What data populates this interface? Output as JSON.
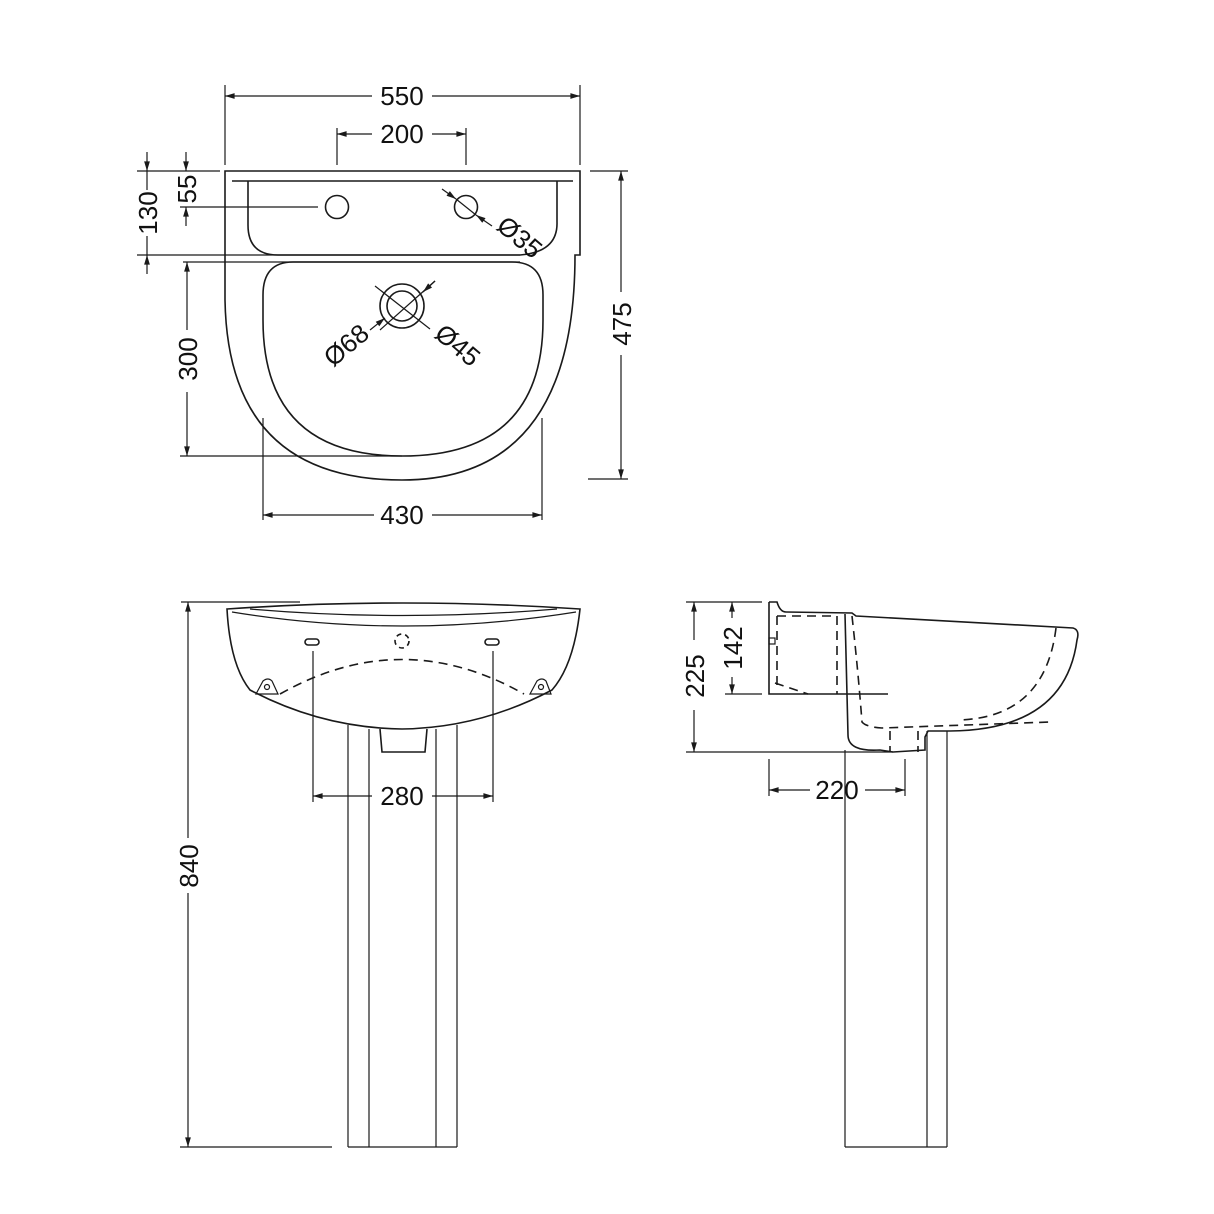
{
  "drawing": {
    "type": "technical-dimension-drawing",
    "subject": "pedestal basin",
    "units": "mm",
    "line_color": "#1a1a1a",
    "background": "#ffffff"
  },
  "top_view": {
    "overall_width": "550",
    "tap_hole_centres": "200",
    "tap_ledge_depth": "130",
    "tap_hole_offset": "55",
    "tap_hole_diameter": "Ø35",
    "bowl_depth": "300",
    "overall_depth": "475",
    "bowl_width": "430",
    "waste_outer_diameter": "Ø68",
    "waste_inner_diameter": "Ø45"
  },
  "front_view": {
    "overall_height": "840",
    "fixing_centres": "280"
  },
  "side_view": {
    "basin_height": "225",
    "ledge_height": "142",
    "pedestal_offset": "220"
  }
}
